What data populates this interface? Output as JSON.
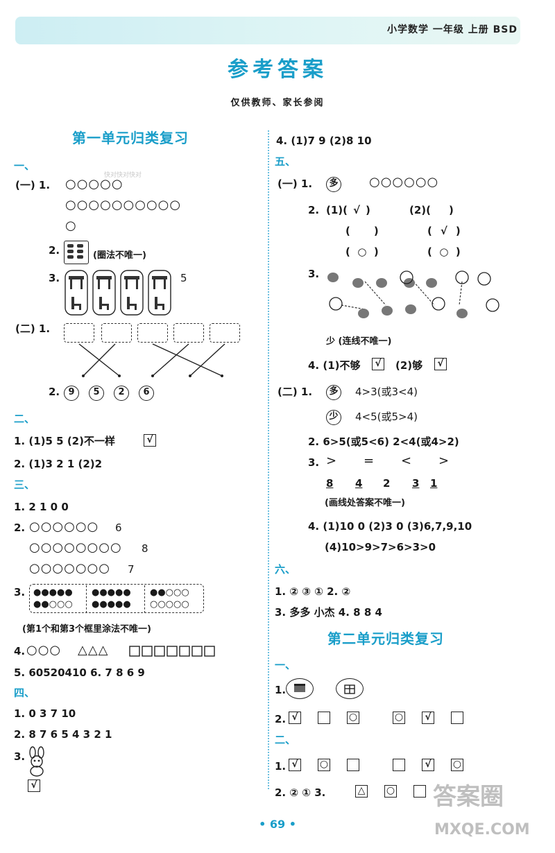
{
  "header": {
    "label": "小学数学   一年级   上册   BSD"
  },
  "title": "参考答案",
  "subtitle": "仅供教师、家长参阅",
  "left": {
    "unit1_title": "第一单元归类复习",
    "s1": "一、",
    "s1_part1": "(一) 1.",
    "s1_row1": "○○○○○",
    "s1_row2": "○○○○○○○○○○",
    "s1_row3": "○",
    "s1_q2": "2.",
    "s1_q2_note": "(圈法不唯一)",
    "s1_q3": "3.",
    "s1_q3_ans": "5",
    "s1_part2": "(二) 1.",
    "s1_p2q2": "2.",
    "s1_p2q2_nums": [
      "9",
      "5",
      "2",
      "6"
    ],
    "s2": "二、",
    "s2_q1": "1. (1)5  5  (2)不一样",
    "s2_q2": "2. (1)3  2  1  (2)2",
    "s3": "三、",
    "s3_q1": "1. 2  1  0  0",
    "s3_q2a_label": "2.",
    "s3_q2a": "○○○○○○",
    "s3_q2a_n": "6",
    "s3_q2b": "○○○○○○○○",
    "s3_q2b_n": "8",
    "s3_q2c": "○○○○○○○",
    "s3_q2c_n": "7",
    "s3_q3": "3.",
    "s3_dots": [
      "●●●●●",
      "●●○○○",
      "●●●●●",
      "●●●●●",
      "●●○○○",
      "○○○○○"
    ],
    "s3_q3_note": "(第1个和第3个框里涂法不唯一)",
    "s3_q4": "4.",
    "s3_q4_circles": "○○○",
    "s3_q4_tri": "△△△",
    "s3_q5": "5. 60520410  6. 7  8  6  9",
    "s4": "四、",
    "s4_q1": "1. 0  3  7  10",
    "s4_q2": "2. 8  7  6  5  4  3  2  1",
    "s4_q3": "3."
  },
  "right": {
    "q4": "4. (1)7  9  (2)8  10",
    "s5": "五、",
    "s5_part1": "(一) 1.",
    "s5_duo": "多",
    "s5_row": "○○○○○○",
    "s5_q2": "2.",
    "s5_q2_a1": "(1)(",
    "s5_q2_a1v": "√",
    "s5_q2_b1": "(2)(",
    "s5_q2_b1v": "",
    "s5_q2_a2v": "",
    "s5_q2_b2v": "√",
    "s5_q2_a3v": "○",
    "s5_q2_b3v": "○",
    "s5_q3": "3.",
    "s5_q3_note": "少  (连线不唯一)",
    "s5_q4": "4. (1)不够",
    "s5_q4b": "(2)够",
    "s5_part2": "(二) 1.",
    "s5_p2_duo": "多",
    "s5_p2_duo_ans": "4>3(或3<4)",
    "s5_p2_shao": "少",
    "s5_p2_shao_ans": "4<5(或5>4)",
    "s5_p2q2": "2. 6>5(或5<6)  2<4(或4>2)",
    "s5_p2q3": "3.",
    "s5_p2q3_signs": [
      ">",
      "=",
      "<",
      ">"
    ],
    "s5_p2q3_nums": [
      "8",
      "4",
      "2",
      "3",
      "1"
    ],
    "s5_p2q3_note": "(画线处答案不唯一)",
    "s5_p2q4a": "4. (1)10  0  (2)3  0  (3)6,7,9,10",
    "s5_p2q4b": "(4)10>9>7>6>3>0",
    "s6": "六、",
    "s6_q1": "1. ②  ③  ①  2. ②",
    "s6_q3": "3. 多多  小杰  4. 8  8  4",
    "unit2_title": "第二单元归类复习",
    "u2_s1": "一、",
    "u2_q1": "1.",
    "u2_q2": "2.",
    "u2_s2": "二、",
    "u2_s2_q1": "1.",
    "u2_s2_q2": "2. ②  ①  3.",
    "check": "√",
    "circle_mark": "○",
    "tri_mark": "△"
  },
  "page_number": "• 69 •",
  "watermark": {
    "top": "快对快对快对",
    "bottom": "答案圈",
    "url": "MXQE.COM"
  }
}
